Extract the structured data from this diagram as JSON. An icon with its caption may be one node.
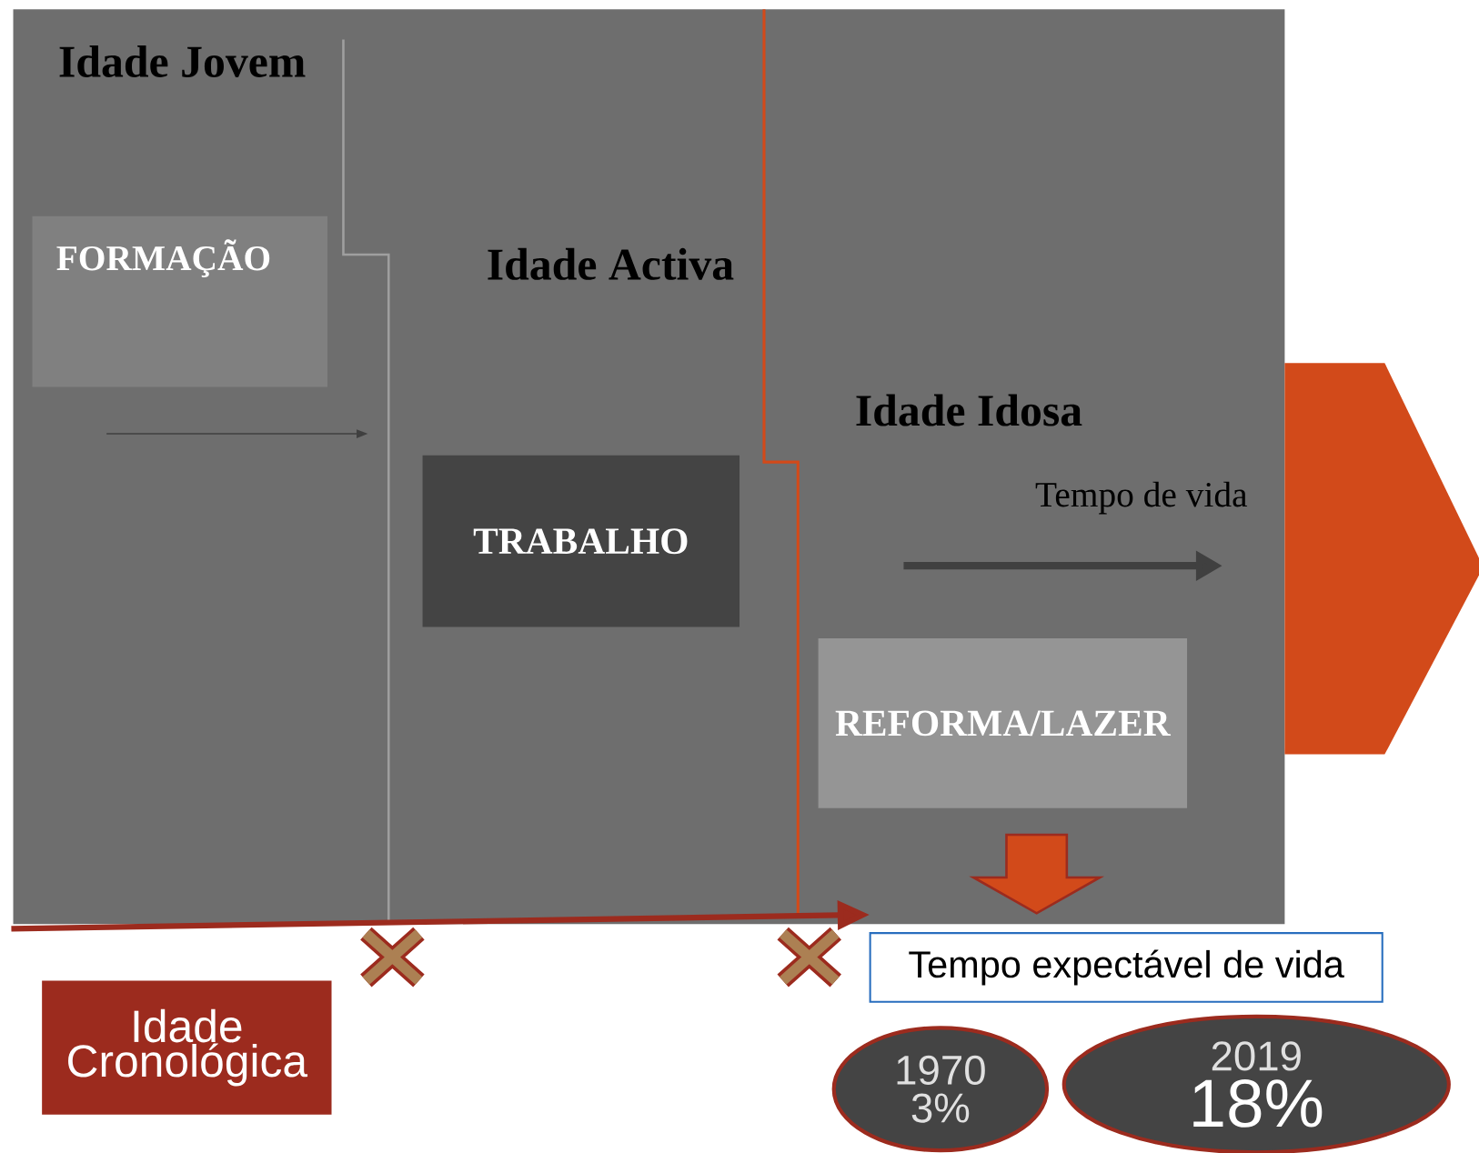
{
  "diagram": {
    "nodes": [
      {
        "text": [
          "Idade Jovem"
        ]
      },
      {
        "text": [
          "FORMAÇÃO"
        ]
      },
      {
        "text": [
          "Idade Activa"
        ]
      },
      {
        "text": [
          "TRABALHO"
        ]
      },
      {
        "text": [
          "Idade Idosa"
        ]
      },
      {
        "text": [
          "Tempo de vida"
        ]
      },
      {
        "text": [
          "REFORMA/LAZER"
        ]
      },
      {
        "text": [
          "Tempo expectável de vida"
        ]
      },
      {
        "text": [
          "1970",
          "3%"
        ]
      },
      {
        "text": [
          "2019",
          "18%"
        ]
      },
      {
        "text": [
          "Idade Cronológica"
        ]
      }
    ],
    "edges": [
      {
        "from": 6,
        "to": 7,
        "arrow": "to"
      }
    ]
  }
}
